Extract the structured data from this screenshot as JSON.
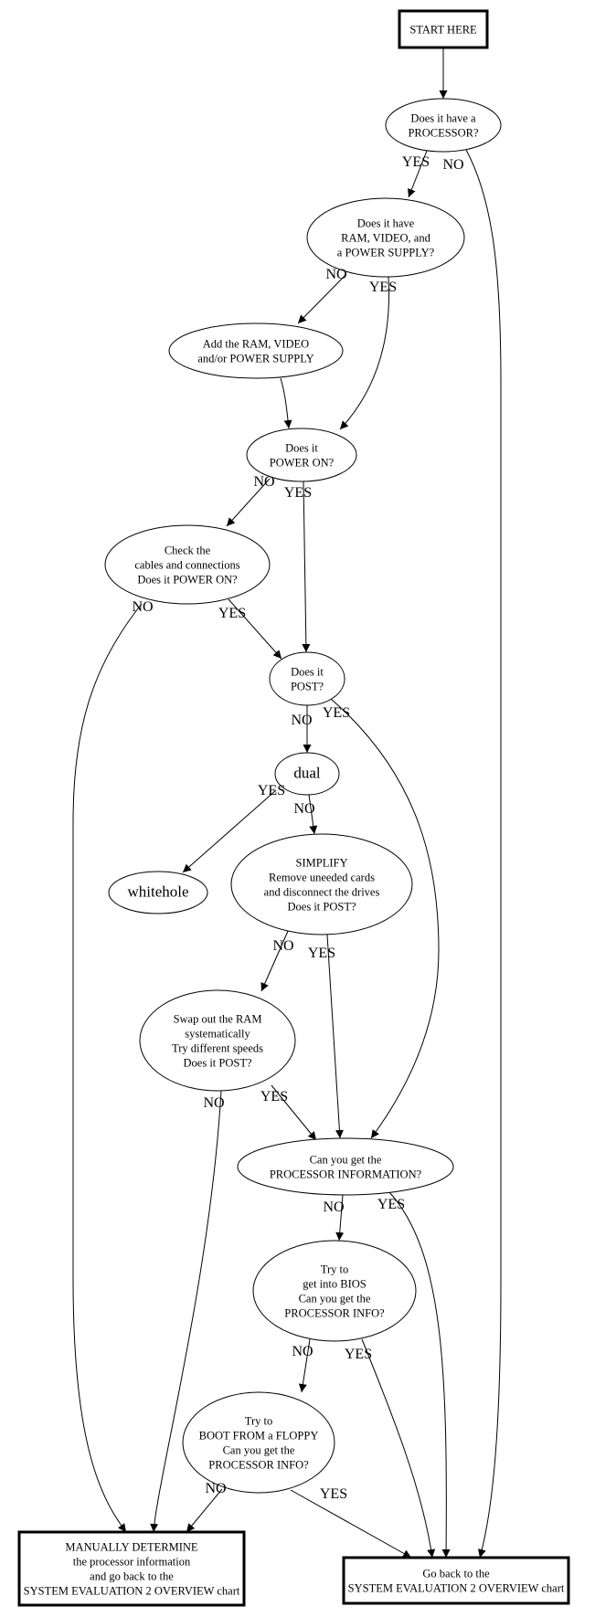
{
  "diagram": {
    "type": "flowchart",
    "nodes": [
      {
        "id": "start",
        "shape": "box",
        "lines": [
          "START HERE"
        ]
      },
      {
        "id": "processor",
        "shape": "ellipse",
        "lines": [
          "Does it have a",
          "PROCESSOR?"
        ]
      },
      {
        "id": "ramvideo",
        "shape": "ellipse",
        "lines": [
          "Does it have",
          "RAM, VIDEO, and",
          "a POWER SUPPLY?"
        ]
      },
      {
        "id": "addram",
        "shape": "ellipse",
        "lines": [
          "Add the RAM, VIDEO",
          "and/or POWER SUPPLY"
        ]
      },
      {
        "id": "poweron",
        "shape": "ellipse",
        "lines": [
          "Does it",
          "POWER ON?"
        ]
      },
      {
        "id": "cables",
        "shape": "ellipse",
        "lines": [
          "Check the",
          "cables and connections",
          "Does it POWER ON?"
        ]
      },
      {
        "id": "post",
        "shape": "ellipse",
        "lines": [
          "Does it",
          "POST?"
        ]
      },
      {
        "id": "dual",
        "shape": "ellipse",
        "lines": [
          "dual"
        ]
      },
      {
        "id": "whitehole",
        "shape": "ellipse",
        "lines": [
          "whitehole"
        ]
      },
      {
        "id": "simplify",
        "shape": "ellipse",
        "lines": [
          "SIMPLIFY",
          "Remove uneeded cards",
          "and disconnect the drives",
          "Does it POST?"
        ]
      },
      {
        "id": "swapram",
        "shape": "ellipse",
        "lines": [
          "Swap out the RAM",
          "systematically",
          "Try different speeds",
          "Does it POST?"
        ]
      },
      {
        "id": "procinfo",
        "shape": "ellipse",
        "lines": [
          "Can you get the",
          "PROCESSOR INFORMATION?"
        ]
      },
      {
        "id": "bios",
        "shape": "ellipse",
        "lines": [
          "Try to",
          "get into BIOS",
          "Can you get the",
          "PROCESSOR INFO?"
        ]
      },
      {
        "id": "floppy",
        "shape": "ellipse",
        "lines": [
          "Try to",
          "BOOT FROM a FLOPPY",
          "Can you get the",
          "PROCESSOR INFO?"
        ]
      },
      {
        "id": "manual",
        "shape": "box",
        "lines": [
          "MANUALLY DETERMINE",
          "the processor information",
          "and go back to the",
          "SYSTEM EVALUATION 2 OVERVIEW chart"
        ]
      },
      {
        "id": "goback",
        "shape": "box",
        "lines": [
          "Go back to the",
          "SYSTEM EVALUATION 2 OVERVIEW chart"
        ]
      }
    ],
    "edges": [
      {
        "from": "start",
        "to": "processor",
        "label": ""
      },
      {
        "from": "processor",
        "to": "ramvideo",
        "label": "YES"
      },
      {
        "from": "processor",
        "to": "goback",
        "label": "NO"
      },
      {
        "from": "ramvideo",
        "to": "addram",
        "label": "NO"
      },
      {
        "from": "ramvideo",
        "to": "poweron",
        "label": "YES"
      },
      {
        "from": "addram",
        "to": "poweron",
        "label": ""
      },
      {
        "from": "poweron",
        "to": "cables",
        "label": "NO"
      },
      {
        "from": "poweron",
        "to": "post",
        "label": "YES"
      },
      {
        "from": "cables",
        "to": "manual",
        "label": "NO"
      },
      {
        "from": "cables",
        "to": "post",
        "label": "YES"
      },
      {
        "from": "post",
        "to": "dual",
        "label": "NO"
      },
      {
        "from": "post",
        "to": "procinfo",
        "label": "YES"
      },
      {
        "from": "dual",
        "to": "whitehole",
        "label": "YES"
      },
      {
        "from": "dual",
        "to": "simplify",
        "label": "NO"
      },
      {
        "from": "simplify",
        "to": "swapram",
        "label": "NO"
      },
      {
        "from": "simplify",
        "to": "procinfo",
        "label": "YES"
      },
      {
        "from": "swapram",
        "to": "manual",
        "label": "NO"
      },
      {
        "from": "swapram",
        "to": "procinfo",
        "label": "YES"
      },
      {
        "from": "procinfo",
        "to": "bios",
        "label": "NO"
      },
      {
        "from": "procinfo",
        "to": "goback",
        "label": "YES"
      },
      {
        "from": "bios",
        "to": "floppy",
        "label": "NO"
      },
      {
        "from": "bios",
        "to": "goback",
        "label": "YES"
      },
      {
        "from": "floppy",
        "to": "manual",
        "label": "NO"
      },
      {
        "from": "floppy",
        "to": "goback",
        "label": "YES"
      }
    ]
  }
}
